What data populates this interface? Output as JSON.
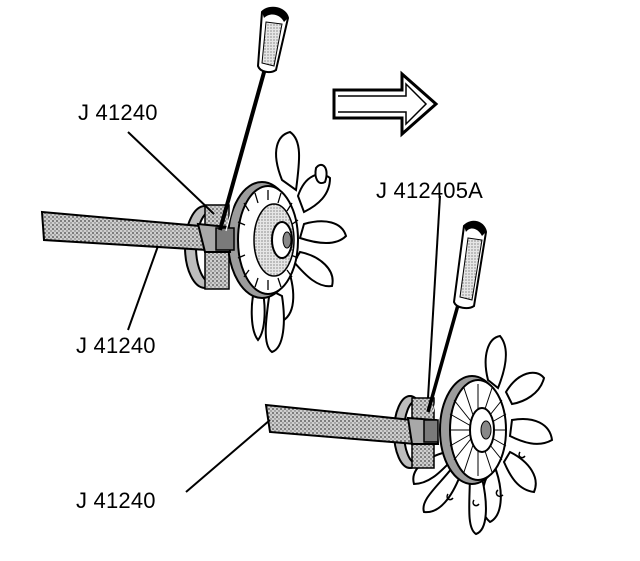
{
  "labels": {
    "top_tool": "J 41240",
    "left_handle": "J 41240",
    "bottom_handle": "J 41240",
    "right_tool": "J 412405A"
  },
  "arrow": {
    "direction": "right"
  },
  "colors": {
    "ink": "#000000",
    "paper": "#ffffff",
    "shade": "#9a9a9a"
  }
}
